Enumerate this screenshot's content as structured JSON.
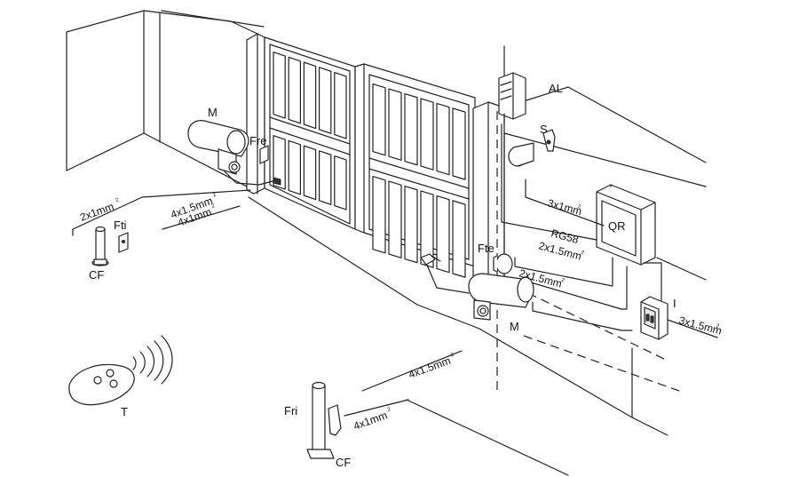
{
  "labels": {
    "al": "AL",
    "s": "S",
    "qr": "QR",
    "m_left": "M",
    "m_right": "M",
    "fre": "Fre",
    "fte": "Fte",
    "fti": "Fti",
    "fri": "Fri",
    "cf_left": "CF",
    "cf_bottom": "CF",
    "t": "T",
    "i": "I"
  },
  "cables": {
    "c1": "2x1mm",
    "c2": "4x1.5mm",
    "c3": "4x1mm",
    "c4": "3x1mm",
    "c5": "RG58",
    "c6": "2x1.5mm",
    "c7": "2x1.5mm",
    "c8": "3x1.5mm",
    "c9": "4x1.5mm",
    "c10": "4x1mm",
    "sup": "2"
  }
}
